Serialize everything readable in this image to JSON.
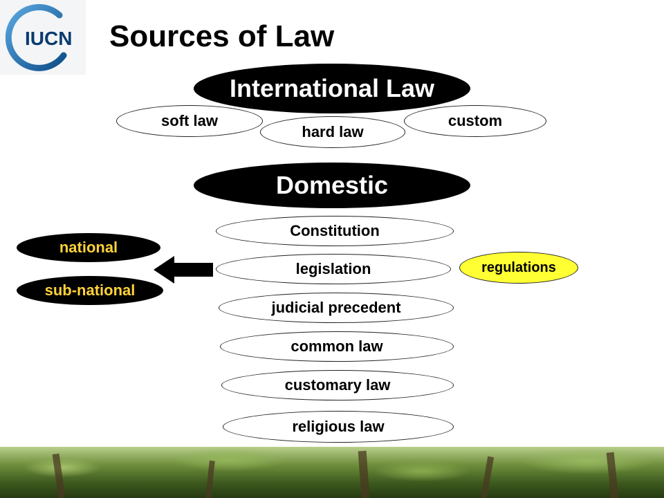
{
  "logo": {
    "text": "IUCN"
  },
  "title": "Sources of Law",
  "international": {
    "heading": "International Law",
    "items": [
      "soft law",
      "hard law",
      "custom"
    ]
  },
  "domestic": {
    "heading": "Domestic",
    "items": [
      "Constitution",
      "legislation",
      "judicial precedent",
      "common law",
      "customary law",
      "religious law"
    ]
  },
  "levels": [
    "national",
    "sub-national"
  ],
  "regulations": "regulations",
  "colors": {
    "accent_fill": "#000000",
    "highlight": "#ffff33",
    "level_text": "#ffd23a",
    "logo_blue": "#0b3b6e"
  }
}
